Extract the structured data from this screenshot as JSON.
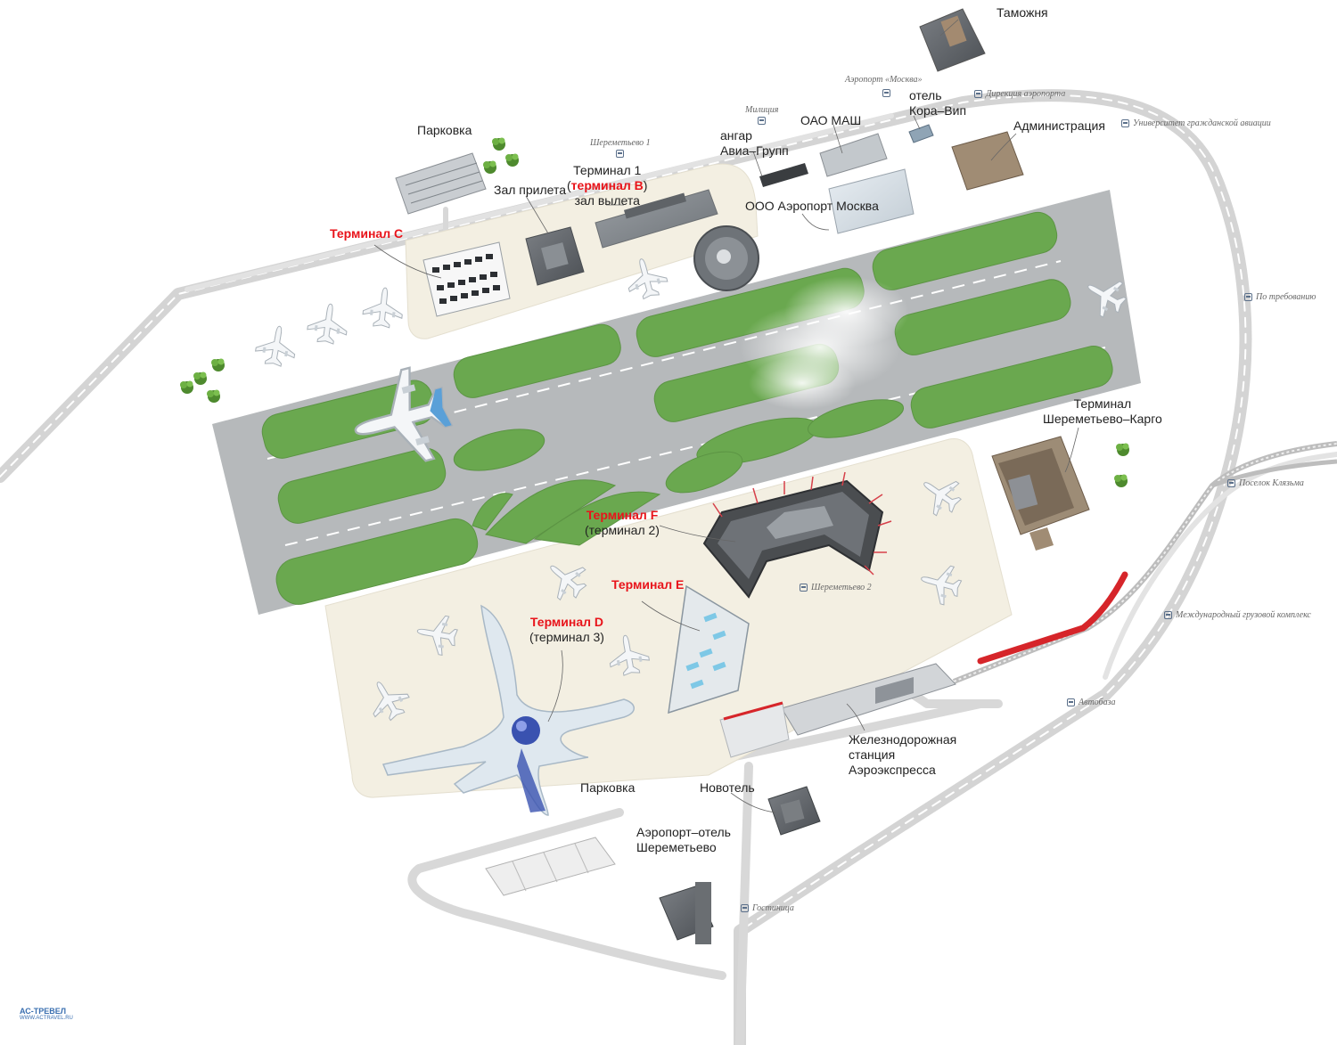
{
  "labels": {
    "customs": "Таможня",
    "parking_north": "Парковка",
    "terminal1_line1": "Терминал 1",
    "terminal1_b_open": "(",
    "terminal1_b": "терминал B",
    "terminal1_b_close": ")",
    "terminal1_departures": "зал вылета",
    "arrivals_hall": "Зал прилета",
    "hangar_line1": "ангар",
    "hangar_line2": "Авиа–Групп",
    "oao_mash": "ОАО МАШ",
    "hotel_line1": "отель",
    "hotel_line2": "Кора–Вип",
    "administration": "Администрация",
    "ooo_airport": "ООО Аэропорт Москва",
    "terminal_c": "Терминал C",
    "cargo_line1": "Терминал",
    "cargo_line2": "Шереметьево–Карго",
    "terminal_f": "Терминал F",
    "terminal_f_sub": "(терминал 2)",
    "terminal_e": "Терминал E",
    "terminal_d": "Терминал D",
    "terminal_d_sub": "(терминал 3)",
    "rail_line1": "Железнодорожная",
    "rail_line2": "станция",
    "rail_line3": "Аэроэкспресса",
    "parking_south": "Парковка",
    "novotel": "Новотель",
    "airhotel_line1": "Аэропорт–отель",
    "airhotel_line2": "Шереметьево"
  },
  "stops": {
    "airport_moskva": "Аэропорт «Москва»",
    "militsiya": "Милиция",
    "sheremetyevo1": "Шереметьево 1",
    "directorate": "Дирекция аэропорта",
    "university": "Университет гражданской авиации",
    "on_request": "По требованию",
    "klyazma": "Поселок Клязьма",
    "sheremetyevo2": "Шереметьево 2",
    "cargo_complex": "Международный грузовой комплекс",
    "autobase": "Автобаза",
    "hotel_stop": "Гостиница"
  },
  "logo": {
    "name": "АС-ТРЕВЕЛ",
    "url": "WWW.ACTRAVEL.RU"
  },
  "icons": {
    "bus_stop": "bus-stop-icon",
    "airplane": "airplane-icon",
    "tree": "tree-icon",
    "train": "aeroexpress-train-icon"
  },
  "colors": {
    "terminal_highlight": "#e8141b",
    "grass": "#6aa84f",
    "runway": "#b9bcbd",
    "apron": "#f2eee3",
    "road": "#dadada"
  }
}
